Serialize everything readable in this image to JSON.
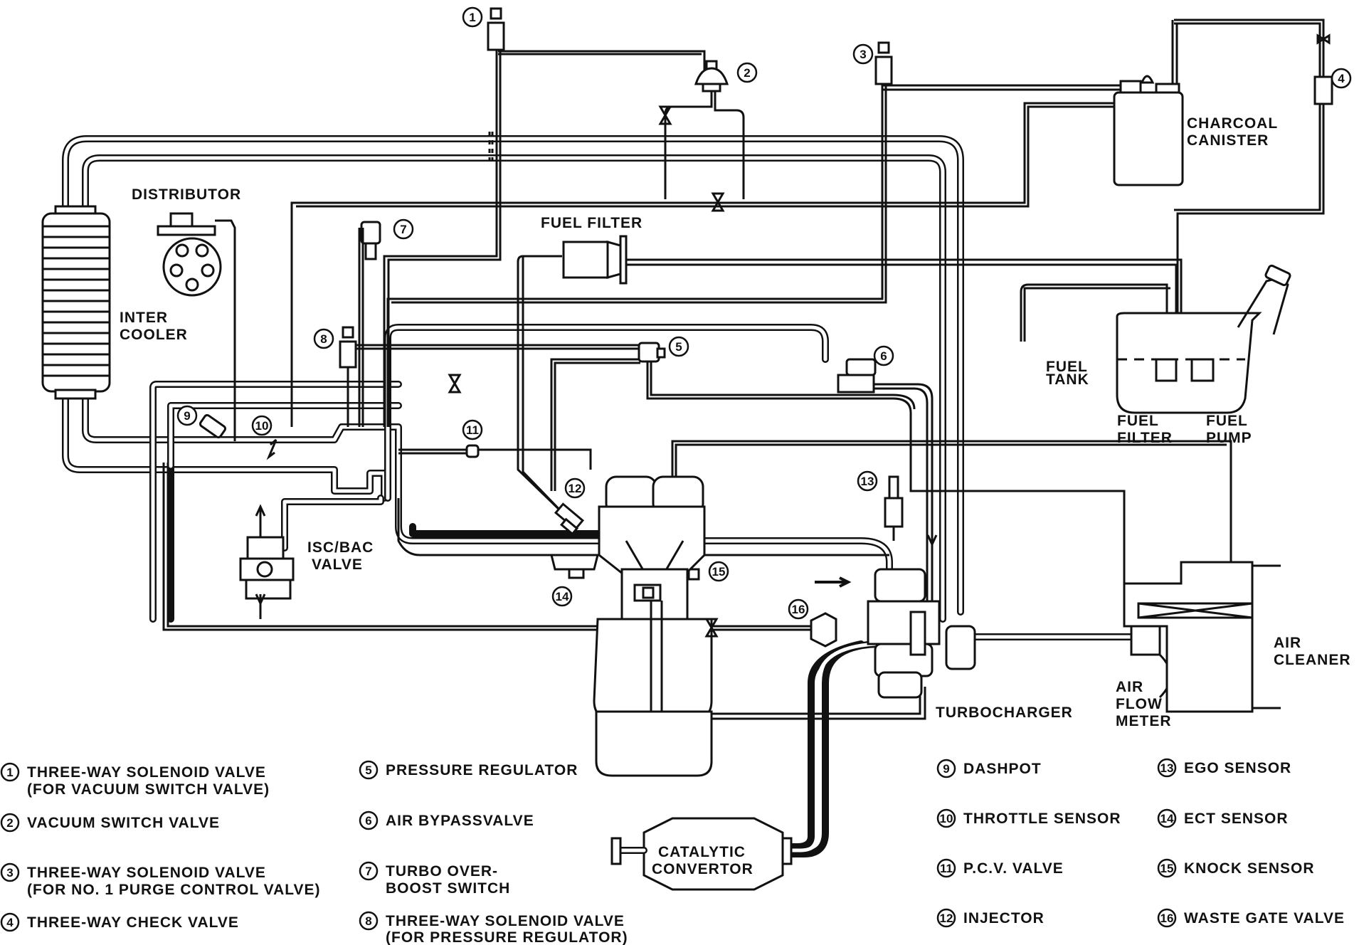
{
  "components": {
    "distributor": "DISTRIBUTOR",
    "fuel_filter_top": "FUEL FILTER",
    "charcoal_canister_1": "CHARCOAL",
    "charcoal_canister_2": "CANISTER",
    "inter_cooler_1": "INTER",
    "inter_cooler_2": "COOLER",
    "isc_bac_1": "ISC/BAC",
    "isc_bac_2": "VALVE",
    "fuel_tank_1": "FUEL",
    "fuel_tank_2": "TANK",
    "fuel_filter_tank_1": "FUEL",
    "fuel_filter_tank_2": "FILTER",
    "fuel_pump_1": "FUEL",
    "fuel_pump_2": "PUMP",
    "air_cleaner_1": "AIR",
    "air_cleaner_2": "CLEANER",
    "air_flow_meter_1": "AIR",
    "air_flow_meter_2": "FLOW",
    "air_flow_meter_3": "METER",
    "turbocharger": "TURBOCHARGER",
    "catalytic_1": "CATALYTIC",
    "catalytic_2": "CONVERTOR"
  },
  "callouts": [
    "1",
    "2",
    "3",
    "4",
    "5",
    "6",
    "7",
    "8",
    "9",
    "10",
    "11",
    "12",
    "13",
    "14",
    "15",
    "16"
  ],
  "legend": [
    {
      "num": "1",
      "line1": "THREE-WAY SOLENOID VALVE",
      "line2": "(FOR VACUUM SWITCH VALVE)"
    },
    {
      "num": "2",
      "line1": "VACUUM SWITCH VALVE",
      "line2": ""
    },
    {
      "num": "3",
      "line1": "THREE-WAY SOLENOID VALVE",
      "line2": "(FOR NO. 1 PURGE CONTROL VALVE)"
    },
    {
      "num": "4",
      "line1": "THREE-WAY CHECK VALVE",
      "line2": ""
    },
    {
      "num": "5",
      "line1": "PRESSURE REGULATOR",
      "line2": ""
    },
    {
      "num": "6",
      "line1": "AIR BYPASSVALVE",
      "line2": ""
    },
    {
      "num": "7",
      "line1": "TURBO OVER-",
      "line2": "BOOST SWITCH"
    },
    {
      "num": "8",
      "line1": "THREE-WAY SOLENOID VALVE",
      "line2": "(FOR PRESSURE REGULATOR)"
    },
    {
      "num": "9",
      "line1": "DASHPOT",
      "line2": ""
    },
    {
      "num": "10",
      "line1": "THROTTLE SENSOR",
      "line2": ""
    },
    {
      "num": "11",
      "line1": "P.C.V. VALVE",
      "line2": ""
    },
    {
      "num": "12",
      "line1": "INJECTOR",
      "line2": ""
    },
    {
      "num": "13",
      "line1": "EGO SENSOR",
      "line2": ""
    },
    {
      "num": "14",
      "line1": "ECT SENSOR",
      "line2": ""
    },
    {
      "num": "15",
      "line1": "KNOCK SENSOR",
      "line2": ""
    },
    {
      "num": "16",
      "line1": "WASTE GATE VALVE",
      "line2": ""
    }
  ]
}
